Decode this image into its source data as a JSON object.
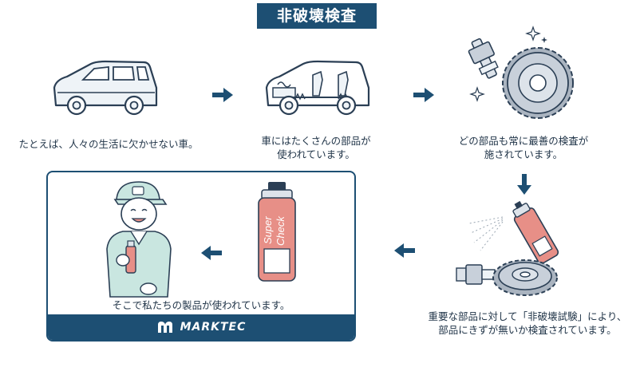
{
  "title": "非破壊検査",
  "steps": {
    "car": {
      "caption": "たとえば、人々の生活に欠かせない車。"
    },
    "parts": {
      "caption_line1": "車にはたくさんの部品が",
      "caption_line2": "使われています。"
    },
    "inspection": {
      "caption_line1": "どの部品も常に最善の検査が",
      "caption_line2": "施されています。"
    },
    "ndt": {
      "caption_line1": "重要な部品に対して「非破壊試験」により、",
      "caption_line2": "部品にきずが無いか検査されています。"
    },
    "product": {
      "caption": "そこで私たちの製品が使われています。",
      "can_text_1": "Super",
      "can_text_2": "Check"
    }
  },
  "brand": {
    "name": "MARKTEC"
  },
  "colors": {
    "navy": "#1d4f73",
    "line": "#2b3f55",
    "fill": "#eef3f7",
    "can": "#e78f87",
    "shirt": "#c9e6e0"
  }
}
